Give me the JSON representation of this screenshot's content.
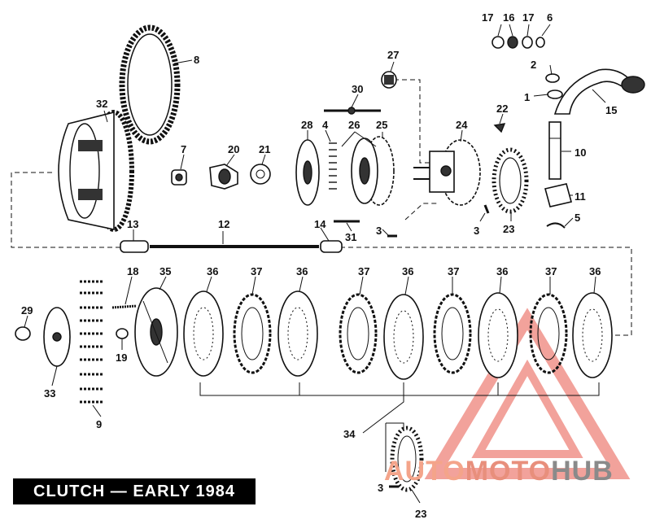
{
  "title": "CLUTCH — EARLY 1984",
  "watermark": {
    "part1": "AUTO",
    "part2": "MOTO",
    "part3": "HUB"
  },
  "colors": {
    "ink": "#111111",
    "watermark_red": "#e8574a",
    "watermark_orange": "#f4a48a",
    "watermark_gray": "#8a8a8a"
  },
  "callouts": {
    "c1": "1",
    "c2": "2",
    "c3a": "3",
    "c3b": "3",
    "c3c": "3",
    "c4": "4",
    "c5": "5",
    "c6": "6",
    "c7": "7",
    "c8": "8",
    "c9": "9",
    "c10": "10",
    "c11": "11",
    "c12": "12",
    "c13": "13",
    "c14": "14",
    "c15": "15",
    "c16": "16",
    "c17a": "17",
    "c17b": "17",
    "c18": "18",
    "c19": "19",
    "c20": "20",
    "c21": "21",
    "c22": "22",
    "c23a": "23",
    "c23b": "23",
    "c24": "24",
    "c25": "25",
    "c26": "26",
    "c27": "27",
    "c28": "28",
    "c29": "29",
    "c30": "30",
    "c31": "31",
    "c32": "32",
    "c33": "33",
    "c34": "34",
    "c35": "35",
    "c36a": "36",
    "c36b": "36",
    "c36c": "36",
    "c36d": "36",
    "c36e": "36",
    "c37a": "37",
    "c37b": "37",
    "c37c": "37",
    "c37d": "37"
  }
}
